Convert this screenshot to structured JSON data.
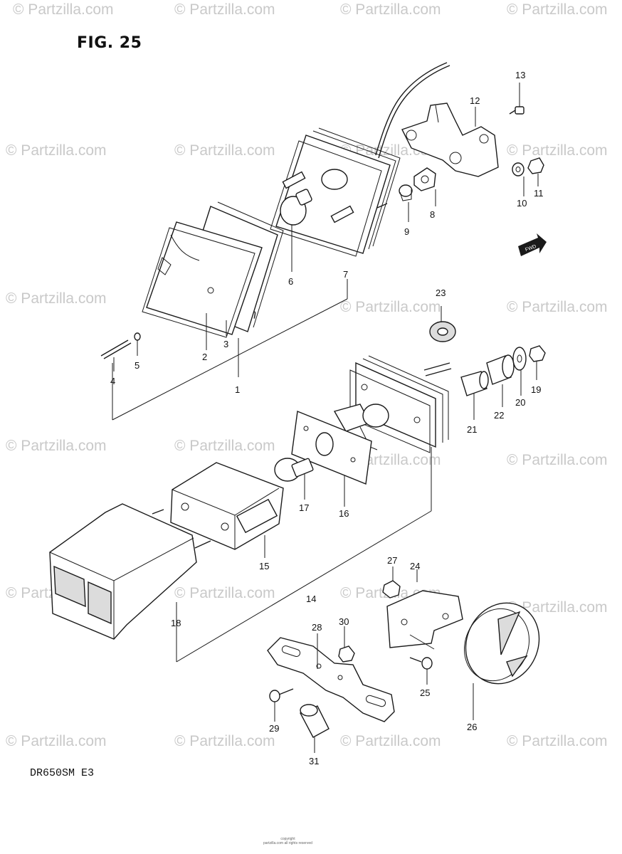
{
  "figure": {
    "title": "FIG. 25",
    "model_code": "DR650SM  E3"
  },
  "watermarks": {
    "text": "© Partzilla.com",
    "emphasized_text": "© Partzilla.com"
  },
  "callouts": [
    "1",
    "2",
    "3",
    "4",
    "5",
    "6",
    "7",
    "8",
    "9",
    "10",
    "11",
    "12",
    "13",
    "14",
    "15",
    "16",
    "17",
    "18",
    "19",
    "20",
    "21",
    "22",
    "23",
    "24",
    "25",
    "26",
    "27",
    "28",
    "29",
    "30",
    "31"
  ],
  "footer": {
    "line1": "copyright",
    "line2": "partzilla.com all rights reserved"
  },
  "icons": {
    "fwd_arrow": "fwd-arrow-icon"
  }
}
